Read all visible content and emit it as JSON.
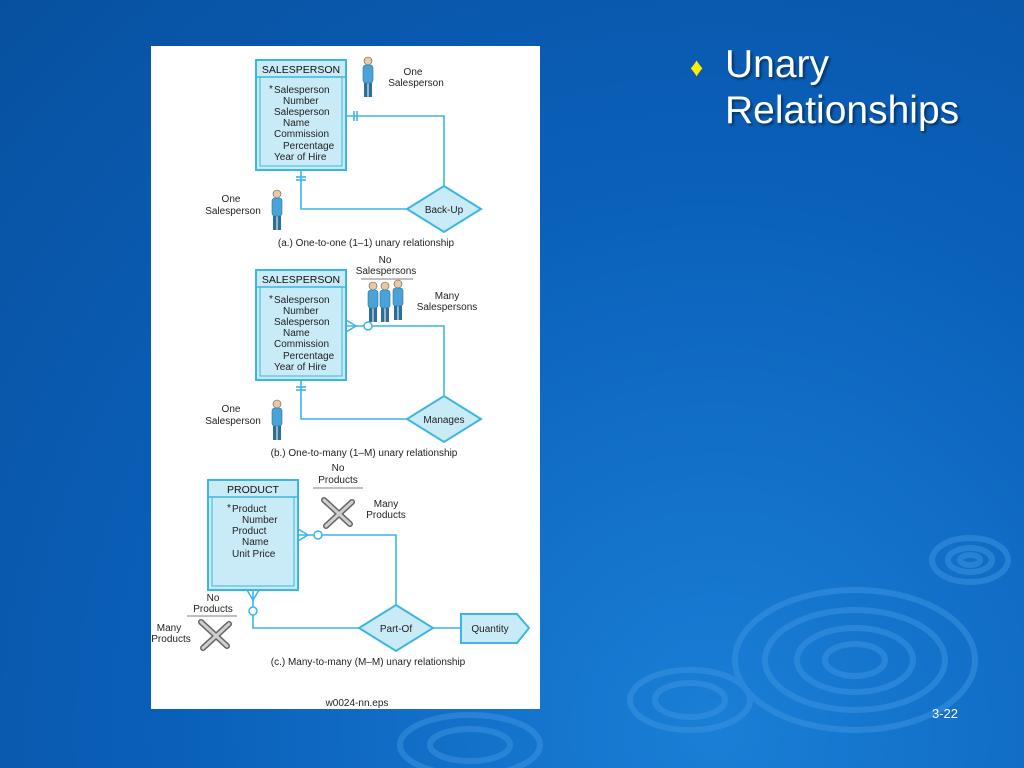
{
  "slide": {
    "bullet_text": "Unary Relationships",
    "bullet_glyph": "♦",
    "page_number": "3-22"
  },
  "colors": {
    "background": "#0a5fb8",
    "entity_fill": "#c9eaf7",
    "line": "#3bb6e3",
    "bullet": "#ffee00"
  },
  "diagram": {
    "a": {
      "entity_title": "SALESPERSON",
      "attr_key_marker": "*",
      "attrs": [
        "Salesperson",
        "Number",
        "Salesperson",
        "Name",
        "Commission",
        "Percentage",
        "Year of Hire"
      ],
      "label_one_top_1": "One",
      "label_one_top_2": "Salesperson",
      "label_one_left_1": "One",
      "label_one_left_2": "Salesperson",
      "relationship": "Back-Up",
      "caption": "(a.) One-to-one (1–1) unary relationship"
    },
    "b": {
      "entity_title": "SALESPERSON",
      "attr_key_marker": "*",
      "attrs": [
        "Salesperson",
        "Number",
        "Salesperson",
        "Name",
        "Commission",
        "Percentage",
        "Year of Hire"
      ],
      "label_no_1": "No",
      "label_no_2": "Salespersons",
      "label_many_1": "Many",
      "label_many_2": "Salespersons",
      "label_one_1": "One",
      "label_one_2": "Salesperson",
      "relationship": "Manages",
      "caption": "(b.) One-to-many (1–M) unary relationship"
    },
    "c": {
      "entity_title": "PRODUCT",
      "attr_key_marker": "*",
      "attrs": [
        "Product",
        "Number",
        "Product",
        "Name",
        "Unit Price"
      ],
      "label_no_top_1": "No",
      "label_no_top_2": "Products",
      "label_many_top_1": "Many",
      "label_many_top_2": "Products",
      "label_no_left_1": "No",
      "label_no_left_2": "Products",
      "label_many_left_1": "Many",
      "label_many_left_2": "Products",
      "relationship": "Part-Of",
      "attribute_box": "Quantity",
      "caption": "(c.) Many-to-many (M–M) unary relationship"
    },
    "file_label": "w0024-nn.eps"
  }
}
